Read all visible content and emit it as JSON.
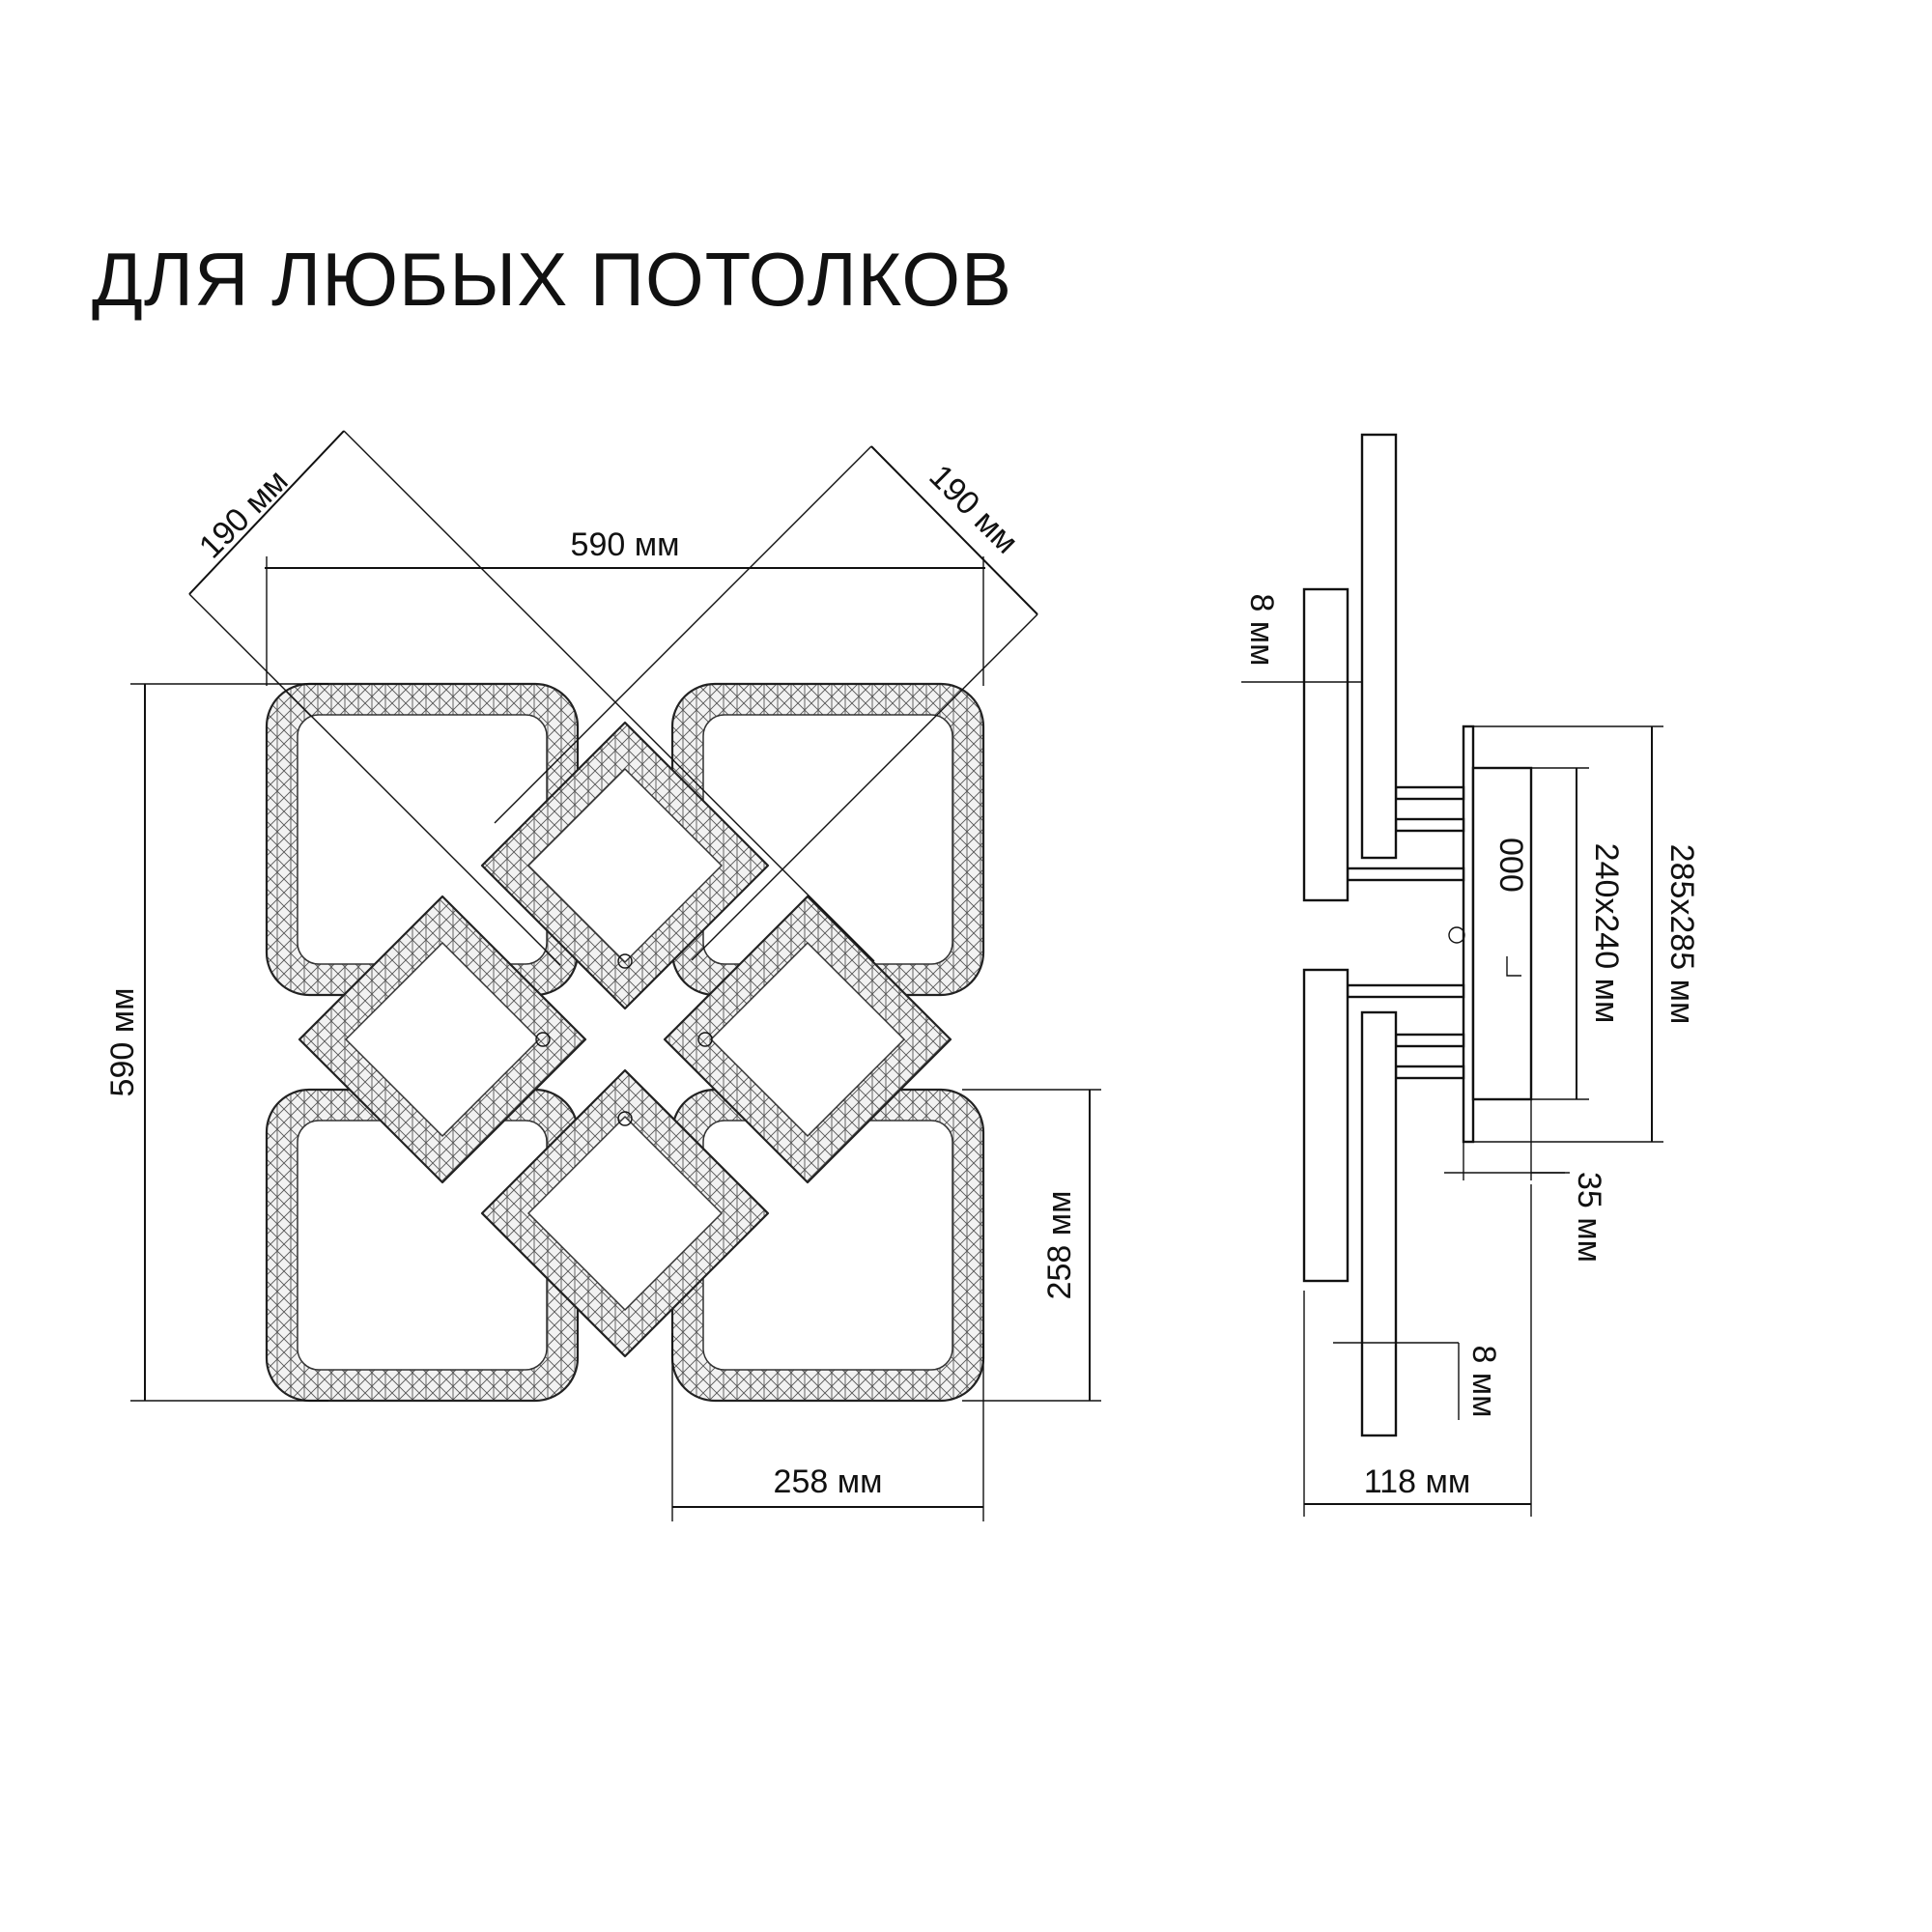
{
  "title": "ДЛЯ ЛЮБЫХ ПОТОЛКОВ",
  "front_view": {
    "dim_diag_left": "190 мм",
    "dim_diag_right": "190 мм",
    "dim_width": "590 мм",
    "dim_height": "590 мм",
    "dim_module_height": "258 мм",
    "dim_module_width": "258 мм"
  },
  "side_view": {
    "dim_panel_top": "8 мм",
    "dim_panel_bottom": "8 мм",
    "dim_base_inner": "240х240 мм",
    "dim_base_outer": "285х285 мм",
    "dim_base_depth": "35 мм",
    "dim_total_depth": "118 мм",
    "base_label": "000"
  }
}
